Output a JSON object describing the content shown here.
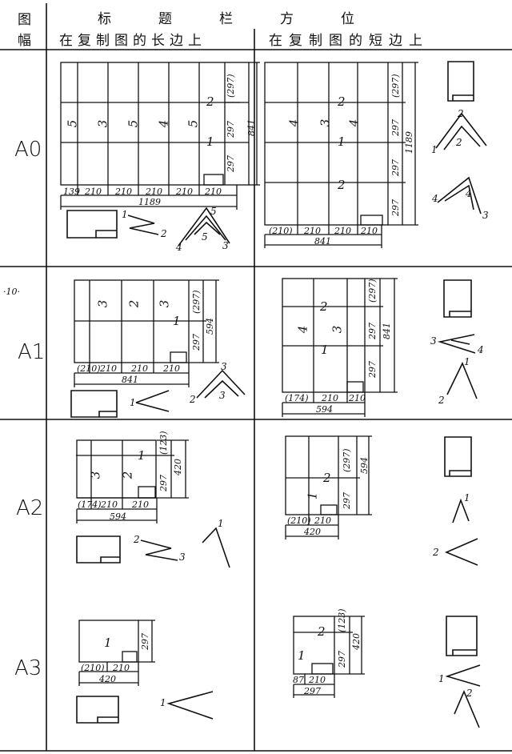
{
  "header": {
    "col_format": [
      "图",
      "幅"
    ],
    "title_block": "标　　　题　　　栏　　　方　　　位",
    "long_side": "在复制图的长边上",
    "short_side": "在复制图的短边上"
  },
  "rows": [
    {
      "format": "A0",
      "long": {
        "bottom_dims": [
          "139",
          "210",
          "210",
          "210",
          "210",
          "210"
        ],
        "total": "1189",
        "side_dims": [
          "(297)",
          "297",
          "297"
        ],
        "side_total": "841",
        "zone_labels": [
          "5",
          "3",
          "5",
          "4",
          "5",
          "2",
          "1"
        ],
        "fold_nums": [
          "1",
          "2",
          "3",
          "4",
          "5",
          "5"
        ]
      },
      "short": {
        "bottom_dims": [
          "(210)",
          "210",
          "210",
          "210"
        ],
        "total": "841",
        "side_dims": [
          "(297)",
          "297",
          "297",
          "297"
        ],
        "side_total": "1189",
        "zone_labels": [
          "4",
          "3",
          "4",
          "2",
          "1",
          "2"
        ],
        "fold_nums": [
          "1",
          "2",
          "2",
          "4",
          "4",
          "3"
        ]
      }
    },
    {
      "format": "A1",
      "note": "·10·",
      "long": {
        "bottom_dims": [
          "(210)",
          "210",
          "210",
          "210"
        ],
        "total": "841",
        "side_dims": [
          "(297)",
          "297"
        ],
        "side_total": "594",
        "zone_labels": [
          "3",
          "2",
          "3",
          "1"
        ],
        "fold_nums": [
          "1",
          "2",
          "3",
          "3"
        ]
      },
      "short": {
        "bottom_dims": [
          "(174)",
          "210",
          "210"
        ],
        "total": "594",
        "side_dims": [
          "(297)",
          "297",
          "297"
        ],
        "side_total": "841",
        "zone_labels": [
          "2",
          "4",
          "3",
          "1"
        ],
        "fold_nums": [
          "3",
          "4",
          "1",
          "2"
        ]
      }
    },
    {
      "format": "A2",
      "long": {
        "bottom_dims": [
          "(174)",
          "210",
          "210"
        ],
        "total": "594",
        "side_dims": [
          "(123)",
          "297"
        ],
        "side_total": "420",
        "zone_labels": [
          "1",
          "3",
          "2"
        ],
        "fold_nums": [
          "2",
          "3",
          "1"
        ]
      },
      "short": {
        "bottom_dims": [
          "(210)",
          "210"
        ],
        "total": "420",
        "side_dims": [
          "(297)",
          "297"
        ],
        "side_total": "594",
        "zone_labels": [
          "2",
          "1"
        ],
        "fold_nums": [
          "1",
          "2"
        ]
      }
    },
    {
      "format": "A3",
      "long": {
        "bottom_dims": [
          "(210)",
          "210"
        ],
        "total": "420",
        "side_dims": [
          "297"
        ],
        "zone_labels": [
          "1"
        ],
        "fold_nums": [
          "1"
        ]
      },
      "short": {
        "bottom_dims": [
          "87",
          "210"
        ],
        "total": "297",
        "side_dims": [
          "(123)",
          "297"
        ],
        "side_total": "420",
        "zone_labels": [
          "2",
          "1"
        ],
        "fold_nums": [
          "1",
          "2"
        ]
      }
    }
  ]
}
